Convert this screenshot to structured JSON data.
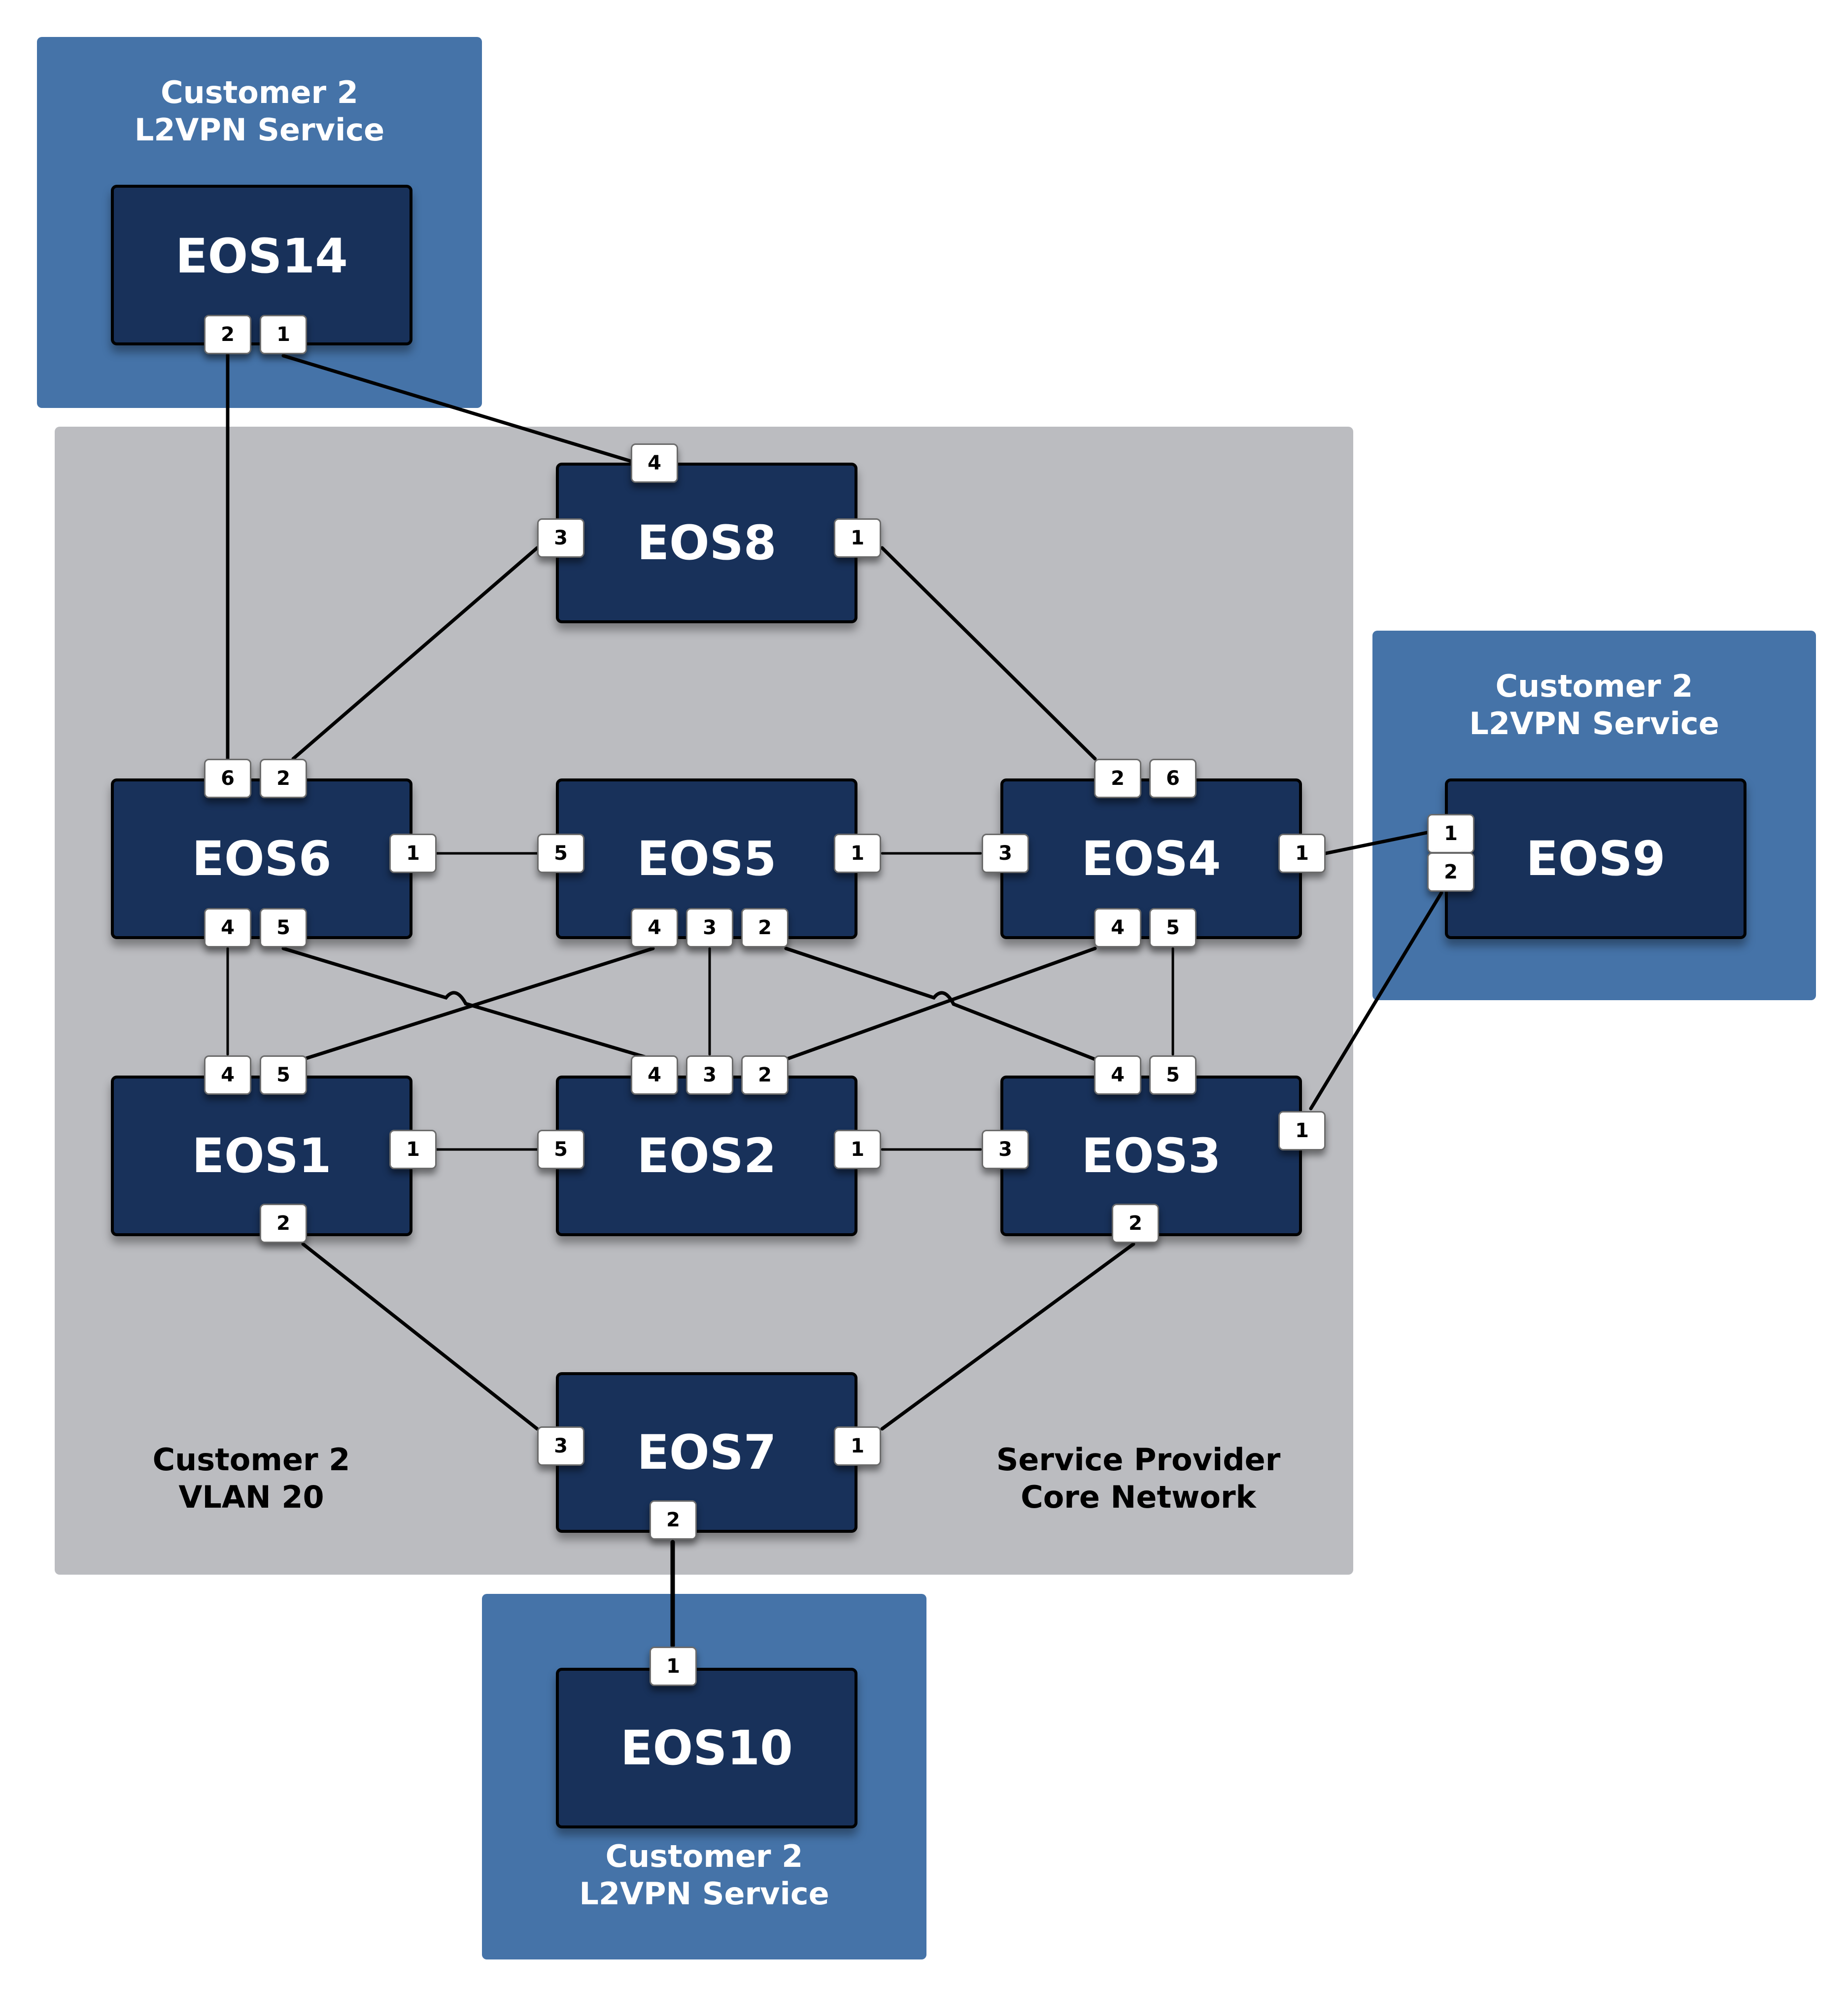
{
  "zones": {
    "customer_top_left": {
      "label": "Customer 2\nL2VPN Service"
    },
    "customer_right": {
      "label": "Customer 2\nL2VPN Service"
    },
    "customer_bottom": {
      "label": "Customer 2\nL2VPN Service"
    },
    "core": {
      "label_left": "Customer 2\nVLAN 20",
      "label_right": "Service Provider\nCore Network"
    }
  },
  "colors": {
    "customer_zone": "#4573a8",
    "core_zone": "#bbbcc0",
    "device_fill": "#18315a",
    "port_fill": "#ffffff",
    "link": "#000000"
  },
  "devices": {
    "eos14": {
      "name": "EOS14",
      "ports": [
        "2",
        "1"
      ]
    },
    "eos8": {
      "name": "EOS8",
      "ports": [
        "4",
        "3",
        "1"
      ]
    },
    "eos6": {
      "name": "EOS6",
      "ports": [
        "6",
        "2",
        "1",
        "4",
        "5"
      ]
    },
    "eos5": {
      "name": "EOS5",
      "ports": [
        "5",
        "1",
        "4",
        "3",
        "2"
      ]
    },
    "eos4": {
      "name": "EOS4",
      "ports": [
        "2",
        "6",
        "3",
        "1",
        "4",
        "5"
      ]
    },
    "eos9": {
      "name": "EOS9",
      "ports": [
        "1",
        "2"
      ]
    },
    "eos1": {
      "name": "EOS1",
      "ports": [
        "4",
        "5",
        "1",
        "2"
      ]
    },
    "eos2": {
      "name": "EOS2",
      "ports": [
        "4",
        "3",
        "2",
        "5",
        "1"
      ]
    },
    "eos3": {
      "name": "EOS3",
      "ports": [
        "4",
        "5",
        "3",
        "1",
        "2"
      ]
    },
    "eos7": {
      "name": "EOS7",
      "ports": [
        "3",
        "1",
        "2"
      ]
    },
    "eos10": {
      "name": "EOS10",
      "ports": [
        "1"
      ]
    }
  },
  "links": [
    {
      "a": "EOS14:2",
      "b": "EOS6:6"
    },
    {
      "a": "EOS14:1",
      "b": "EOS8:4"
    },
    {
      "a": "EOS8:3",
      "b": "EOS6:2"
    },
    {
      "a": "EOS8:1",
      "b": "EOS4:2"
    },
    {
      "a": "EOS6:1",
      "b": "EOS5:5"
    },
    {
      "a": "EOS5:1",
      "b": "EOS4:3"
    },
    {
      "a": "EOS4:1",
      "b": "EOS9:1"
    },
    {
      "a": "EOS3:1",
      "b": "EOS9:2"
    },
    {
      "a": "EOS6:4",
      "b": "EOS1:4"
    },
    {
      "a": "EOS6:5",
      "b": "EOS2:4"
    },
    {
      "a": "EOS5:4",
      "b": "EOS1:5"
    },
    {
      "a": "EOS5:3",
      "b": "EOS2:3"
    },
    {
      "a": "EOS5:2",
      "b": "EOS3:4"
    },
    {
      "a": "EOS4:4",
      "b": "EOS2:2"
    },
    {
      "a": "EOS4:5",
      "b": "EOS3:5"
    },
    {
      "a": "EOS1:1",
      "b": "EOS2:5"
    },
    {
      "a": "EOS2:1",
      "b": "EOS3:3"
    },
    {
      "a": "EOS1:2",
      "b": "EOS7:3"
    },
    {
      "a": "EOS3:2",
      "b": "EOS7:1"
    },
    {
      "a": "EOS7:2",
      "b": "EOS10:1"
    }
  ]
}
